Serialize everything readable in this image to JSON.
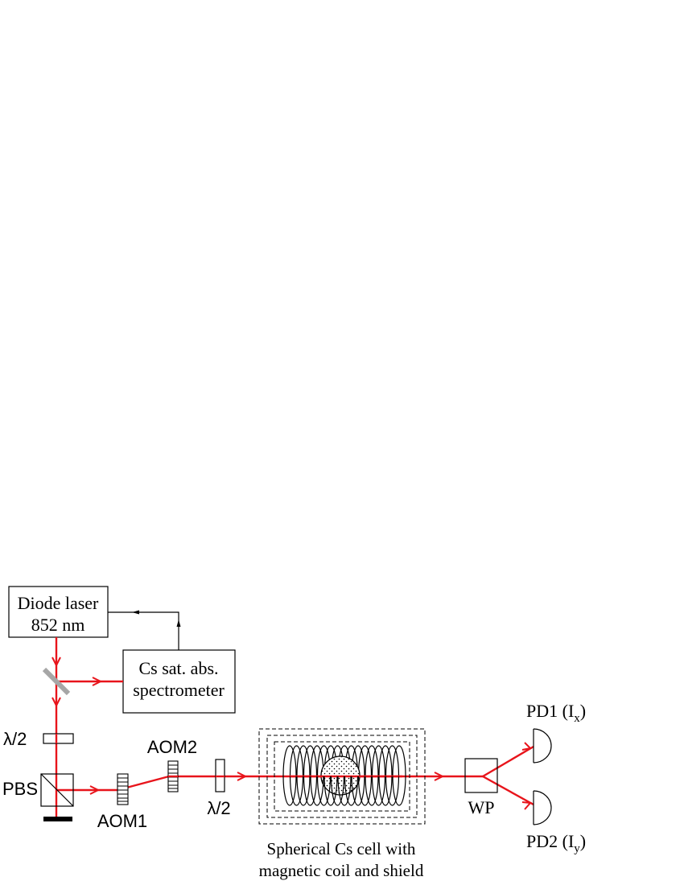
{
  "colors": {
    "beam": "#e8141b",
    "ink": "#000000",
    "mirror": "#a6a6a6",
    "background": "#ffffff"
  },
  "labels": {
    "laser_line1": "Diode laser",
    "laser_line2": "852 nm",
    "spectro_line1": "Cs  sat. abs.",
    "spectro_line2": "spectrometer",
    "halfwave_top": "λ/2",
    "halfwave_bottom": "λ/2",
    "pbs": "PBS",
    "aom1": "AOM1",
    "aom2": "AOM2",
    "cell_line1": "Spherical Cs cell with",
    "cell_line2": "magnetic coil and  shield",
    "wp": "WP",
    "pd1": "PD1 (I",
    "pd1_sub": "x",
    "pd2": "PD2 (I",
    "pd2_sub": "y",
    "close_paren": ")"
  }
}
